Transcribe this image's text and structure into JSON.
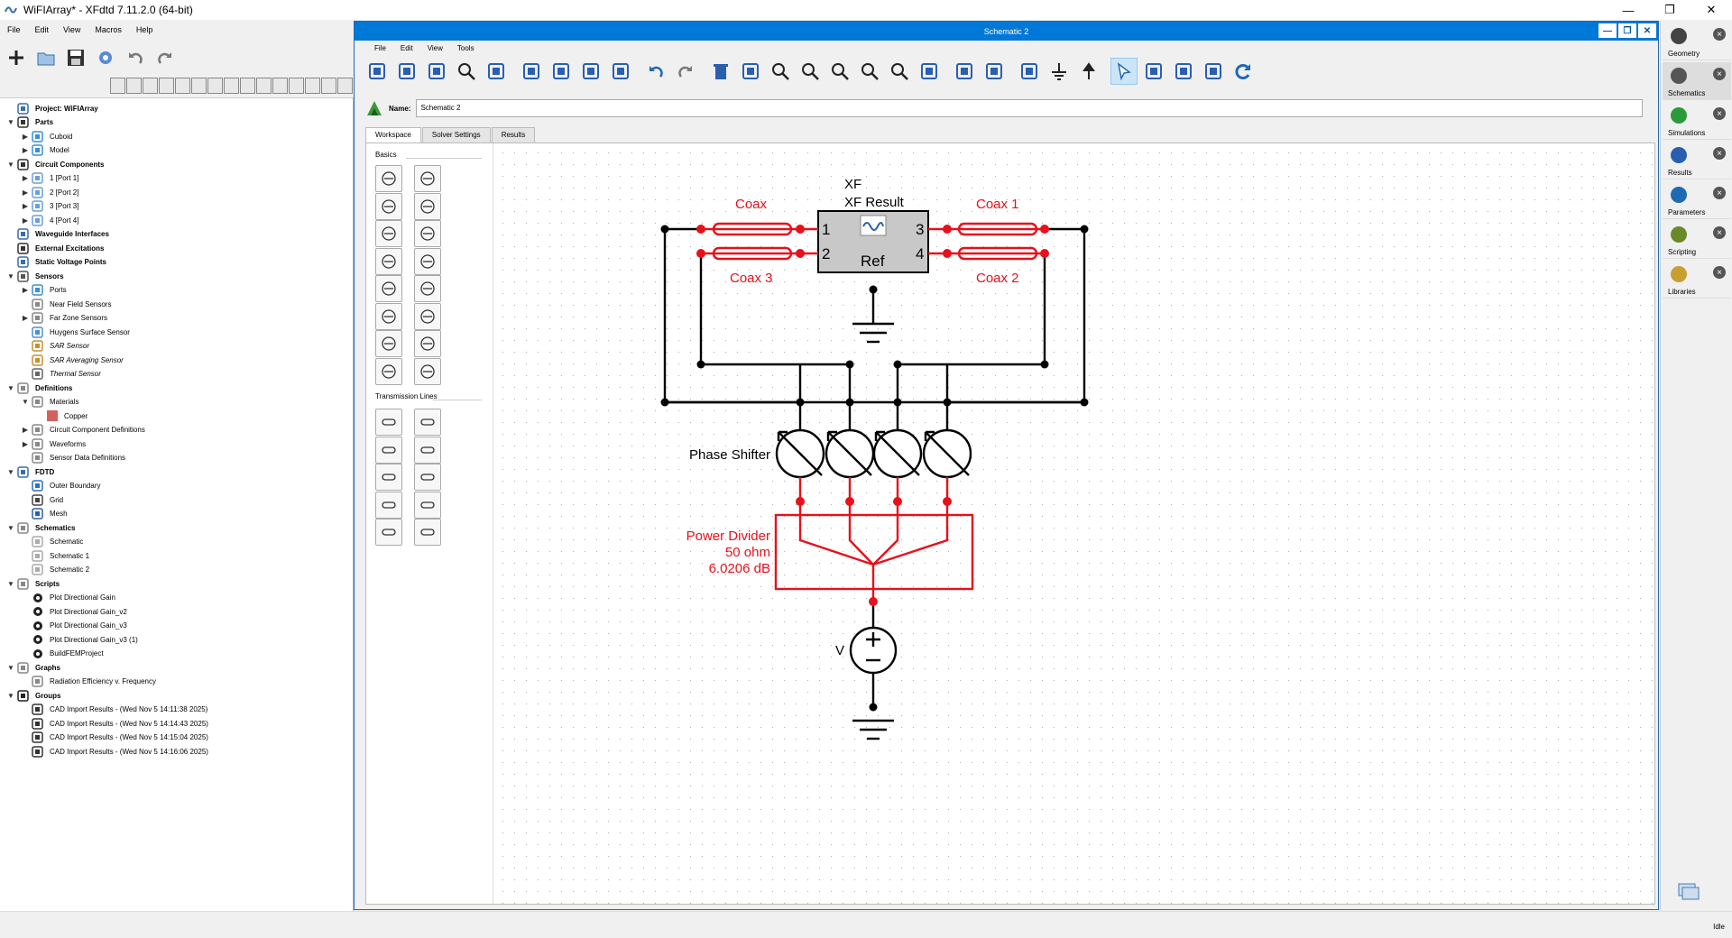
{
  "app": {
    "title": "WiFIArray* - XFdtd 7.11.2.0 (64-bit)"
  },
  "window_controls": {
    "minimize": "—",
    "restore": "❐",
    "close": "✕"
  },
  "menu": [
    "File",
    "Edit",
    "View",
    "Macros",
    "Help"
  ],
  "tree": [
    {
      "label": "Project: WiFIArray",
      "level": 0,
      "arrow": "",
      "bold": true,
      "icon": "project-icon"
    },
    {
      "label": "Parts",
      "level": 0,
      "arrow": "▼",
      "bold": true,
      "icon": "parts-icon"
    },
    {
      "label": "Cuboid",
      "level": 1,
      "arrow": "▶",
      "icon": "part-icon"
    },
    {
      "label": "Model",
      "level": 1,
      "arrow": "▶",
      "icon": "part-icon"
    },
    {
      "label": "Circuit Components",
      "level": 0,
      "arrow": "▼",
      "bold": true,
      "icon": "circuit-icon"
    },
    {
      "label": "1 [Port 1]",
      "level": 1,
      "arrow": "▶",
      "icon": "port-icon"
    },
    {
      "label": "2 [Port 2]",
      "level": 1,
      "arrow": "▶",
      "icon": "port-icon"
    },
    {
      "label": "3 [Port 3]",
      "level": 1,
      "arrow": "▶",
      "icon": "port-icon"
    },
    {
      "label": "4 [Port 4]",
      "level": 1,
      "arrow": "▶",
      "icon": "port-icon"
    },
    {
      "label": "Waveguide Interfaces",
      "level": 0,
      "arrow": "",
      "bold": true,
      "icon": "waveguide-icon"
    },
    {
      "label": "External Excitations",
      "level": 0,
      "arrow": "",
      "bold": true,
      "icon": "excitation-icon"
    },
    {
      "label": "Static Voltage Points",
      "level": 0,
      "arrow": "",
      "bold": true,
      "icon": "voltage-point-icon"
    },
    {
      "label": "Sensors",
      "level": 0,
      "arrow": "▼",
      "bold": true,
      "icon": "sensors-icon"
    },
    {
      "label": "Ports",
      "level": 1,
      "arrow": "▶",
      "icon": "port-sensor-icon"
    },
    {
      "label": "Near Field Sensors",
      "level": 1,
      "arrow": "",
      "icon": "near-field-icon"
    },
    {
      "label": "Far Zone Sensors",
      "level": 1,
      "arrow": "▶",
      "icon": "far-zone-icon"
    },
    {
      "label": "Huygens Surface Sensor",
      "level": 1,
      "arrow": "",
      "icon": "huygens-icon"
    },
    {
      "label": "SAR Sensor",
      "level": 1,
      "arrow": "",
      "italic": true,
      "icon": "sar-icon"
    },
    {
      "label": "SAR Averaging Sensor",
      "level": 1,
      "arrow": "",
      "italic": true,
      "icon": "sar-icon"
    },
    {
      "label": "Thermal Sensor",
      "level": 1,
      "arrow": "",
      "italic": true,
      "icon": "thermal-icon"
    },
    {
      "label": "Definitions",
      "level": 0,
      "arrow": "▼",
      "bold": true,
      "icon": "definitions-icon"
    },
    {
      "label": "Materials",
      "level": 1,
      "arrow": "▼",
      "icon": "materials-icon"
    },
    {
      "label": "Copper",
      "level": 2,
      "arrow": "",
      "icon": "copper-swatch-icon"
    },
    {
      "label": "Circuit Component Definitions",
      "level": 1,
      "arrow": "▶",
      "icon": "definition-icon"
    },
    {
      "label": "Waveforms",
      "level": 1,
      "arrow": "▶",
      "icon": "waveform-icon"
    },
    {
      "label": "Sensor Data Definitions",
      "level": 1,
      "arrow": "",
      "icon": "definition-icon"
    },
    {
      "label": "FDTD",
      "level": 0,
      "arrow": "▼",
      "bold": true,
      "icon": "fdtd-icon"
    },
    {
      "label": "Outer Boundary",
      "level": 1,
      "arrow": "",
      "icon": "boundary-icon"
    },
    {
      "label": "Grid",
      "level": 1,
      "arrow": "",
      "icon": "grid-icon"
    },
    {
      "label": "Mesh",
      "level": 1,
      "arrow": "",
      "icon": "mesh-icon"
    },
    {
      "label": "Schematics",
      "level": 0,
      "arrow": "▼",
      "bold": true,
      "icon": "schematics-icon"
    },
    {
      "label": "Schematic",
      "level": 1,
      "arrow": "",
      "icon": "schematic-icon"
    },
    {
      "label": "Schematic 1",
      "level": 1,
      "arrow": "",
      "icon": "schematic-icon"
    },
    {
      "label": "Schematic 2",
      "level": 1,
      "arrow": "",
      "icon": "schematic-icon"
    },
    {
      "label": "Scripts",
      "level": 0,
      "arrow": "▼",
      "bold": true,
      "icon": "scripts-icon"
    },
    {
      "label": "Plot Directional Gain",
      "level": 1,
      "arrow": "",
      "icon": "gear-icon"
    },
    {
      "label": "Plot Directional Gain_v2",
      "level": 1,
      "arrow": "",
      "icon": "gear-icon"
    },
    {
      "label": "Plot Directional Gain_v3",
      "level": 1,
      "arrow": "",
      "icon": "gear-icon"
    },
    {
      "label": "Plot Directional Gain_v3 (1)",
      "level": 1,
      "arrow": "",
      "icon": "gear-icon"
    },
    {
      "label": "BuildFEMProject",
      "level": 1,
      "arrow": "",
      "icon": "gear-icon"
    },
    {
      "label": "Graphs",
      "level": 0,
      "arrow": "▼",
      "bold": true,
      "icon": "graphs-icon"
    },
    {
      "label": "Radiation Efficiency v. Frequency",
      "level": 1,
      "arrow": "",
      "icon": "graph-icon"
    },
    {
      "label": "Groups",
      "level": 0,
      "arrow": "▼",
      "bold": true,
      "icon": "groups-icon"
    },
    {
      "label": "CAD Import Results - (Wed Nov 5 14:11:38 2025)",
      "level": 1,
      "arrow": "",
      "icon": "group-icon"
    },
    {
      "label": "CAD Import Results - (Wed Nov 5 14:14:43 2025)",
      "level": 1,
      "arrow": "",
      "icon": "group-icon"
    },
    {
      "label": "CAD Import Results - (Wed Nov 5 14:15:04 2025)",
      "level": 1,
      "arrow": "",
      "icon": "group-icon"
    },
    {
      "label": "CAD Import Results - (Wed Nov 5 14:16:06 2025)",
      "level": 1,
      "arrow": "",
      "icon": "group-icon"
    }
  ],
  "schematic_window": {
    "title": "Schematic 2",
    "menu": [
      "File",
      "Edit",
      "View",
      "Tools"
    ],
    "name_label": "Name:",
    "name_value": "Schematic 2",
    "tabs": [
      "Workspace",
      "Solver Settings",
      "Results"
    ],
    "active_tab": "Workspace",
    "palette": {
      "basics_header": "Basics",
      "tline_header": "Transmission Lines"
    }
  },
  "circuit": {
    "xf_title": "XF",
    "xf_subtitle": "XF Result",
    "xf_ref": "Ref",
    "xf_pins": [
      "1",
      "2",
      "3",
      "4"
    ],
    "coax_labels": [
      "Coax",
      "Coax 1",
      "Coax 3",
      "Coax 2"
    ],
    "phase_shifter_label": "Phase Shifter",
    "power_divider": [
      "Power Divider",
      "50 ohm",
      "6.0206 dB"
    ],
    "source_label": "V",
    "wire_color": "#000000",
    "highlight_color": "#e8101a"
  },
  "dock": [
    "Geometry",
    "Schematics",
    "Simulations",
    "Results",
    "Parameters",
    "Scripting",
    "Libraries"
  ],
  "dock_selected": "Schematics",
  "status": "Idle"
}
